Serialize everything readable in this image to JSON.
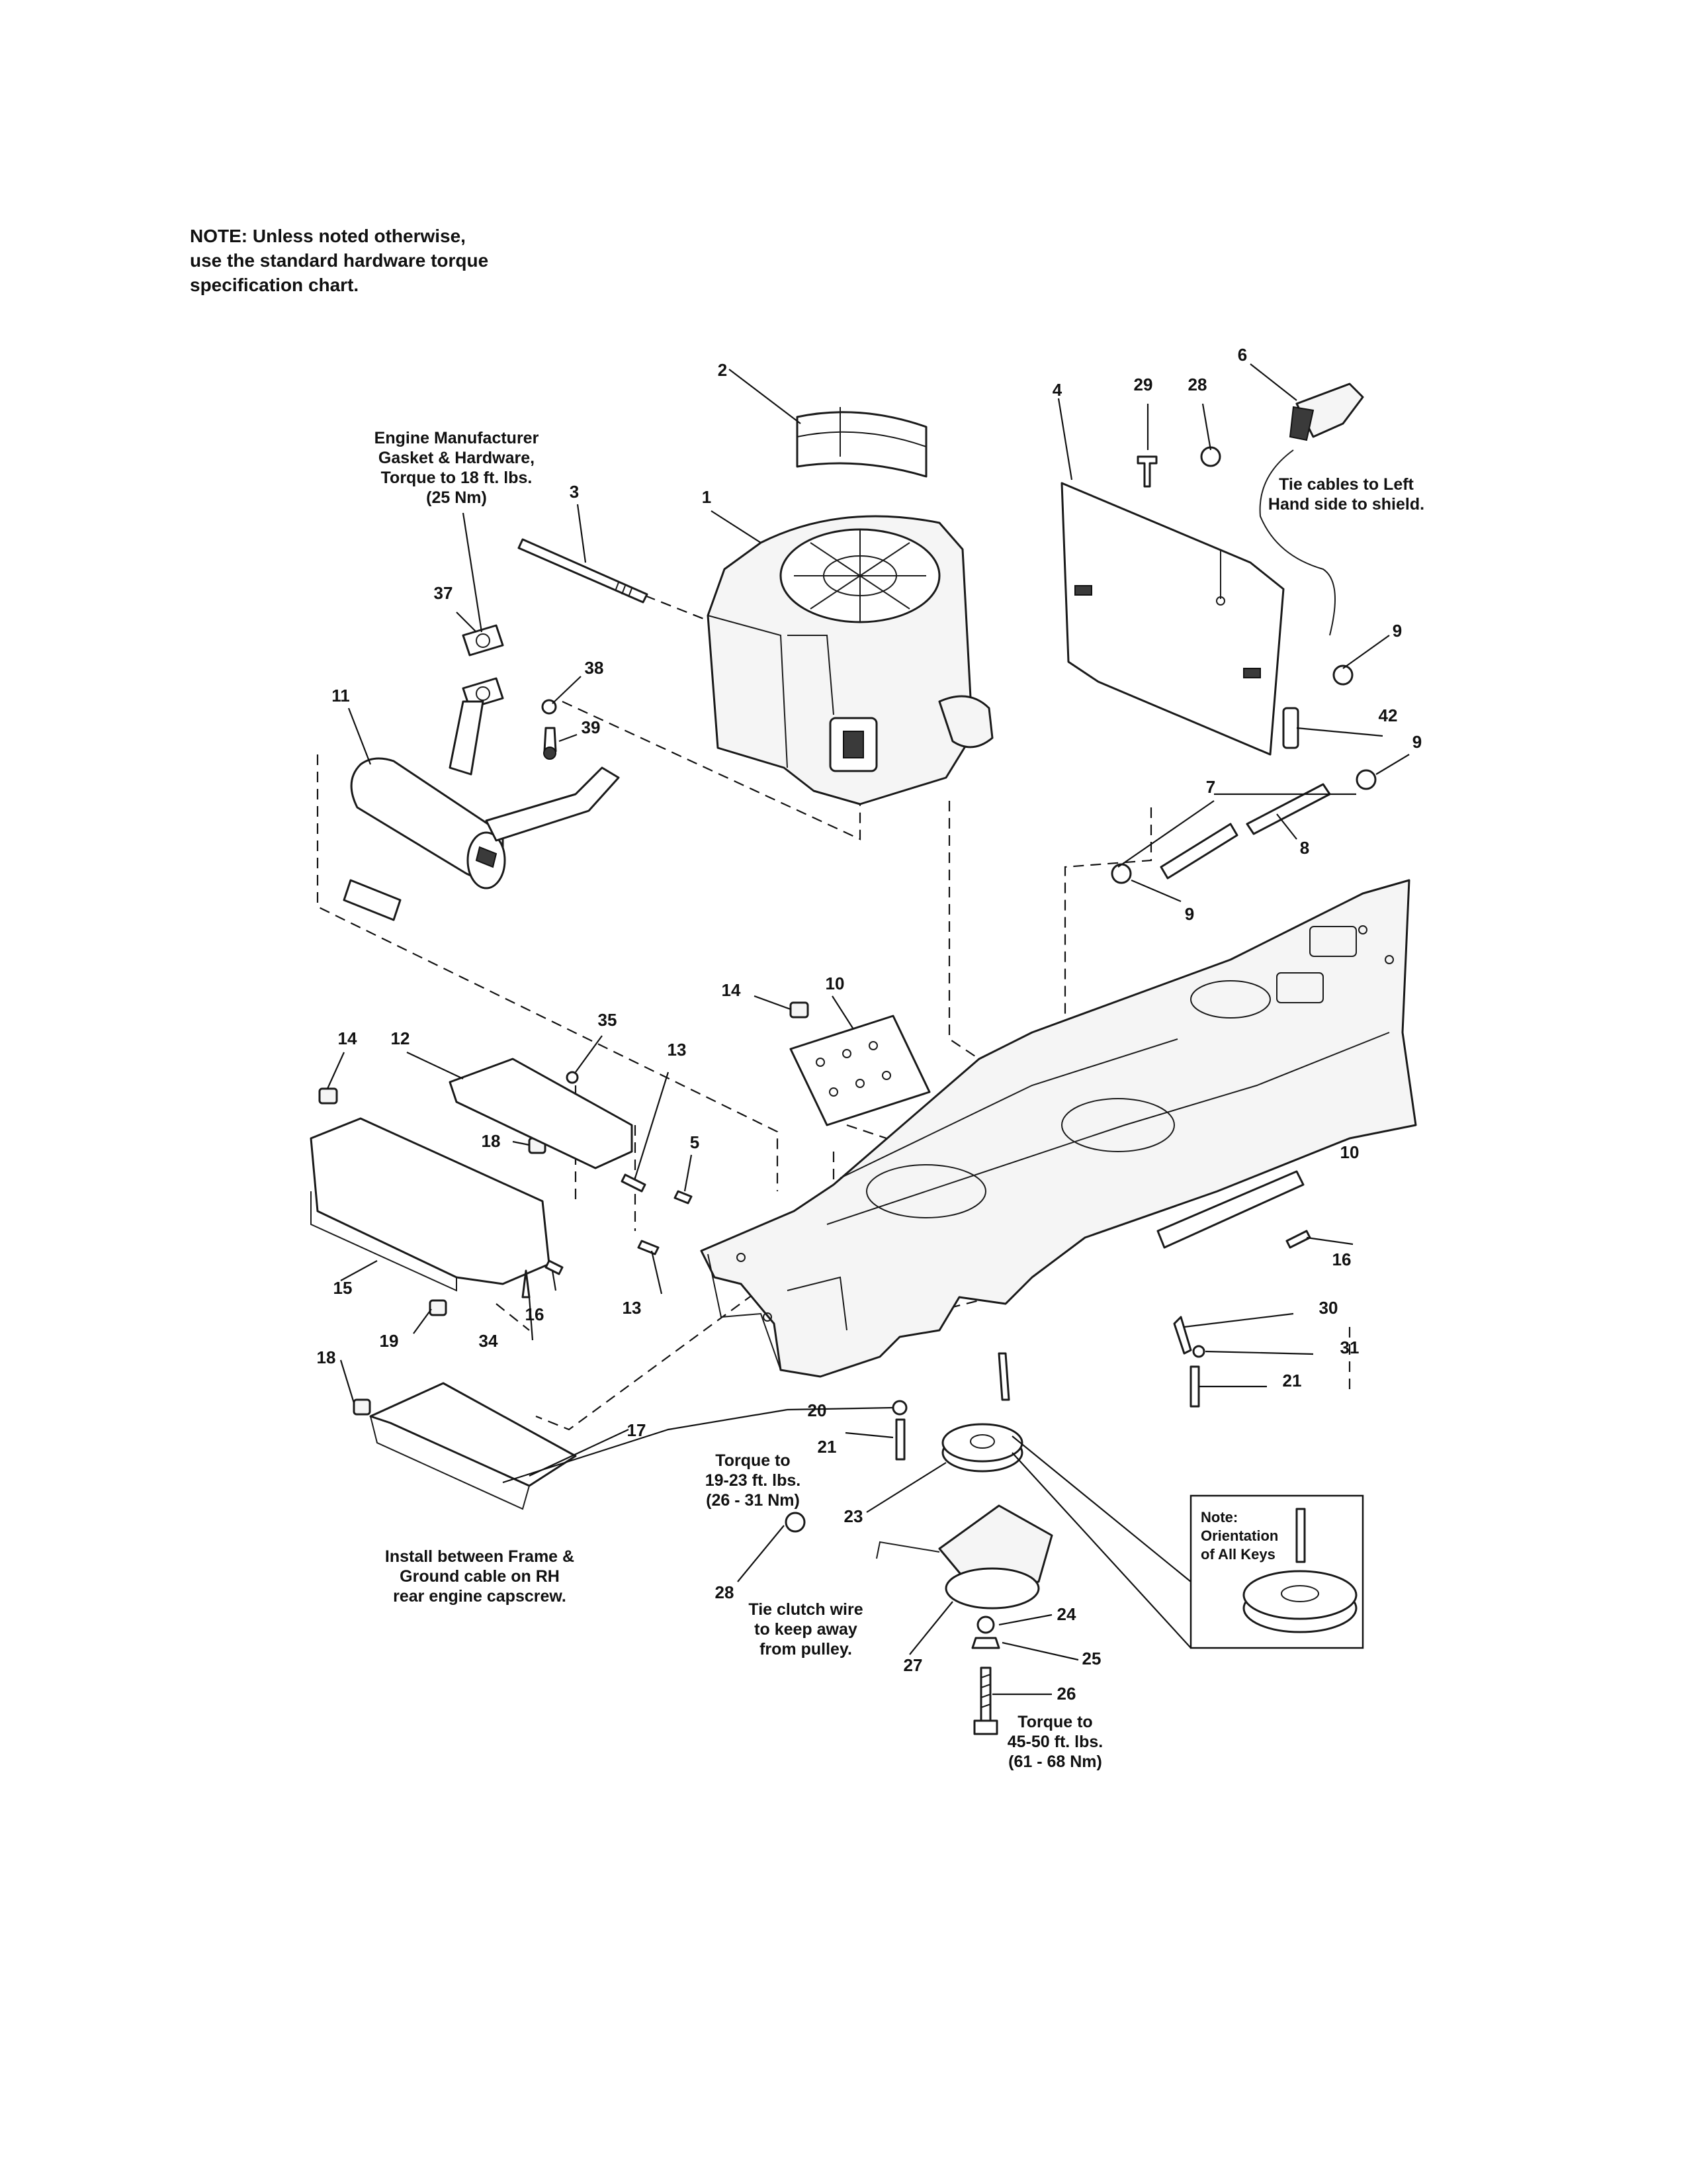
{
  "note": {
    "lines": [
      "NOTE: Unless noted otherwise,",
      "use the standard hardware torque",
      "specification chart."
    ]
  },
  "annotations": {
    "engine_gasket": [
      "Engine Manufacturer",
      "Gasket & Hardware,",
      "Torque to 18 ft. lbs.",
      "(25 Nm)"
    ],
    "tie_cables": [
      "Tie cables to Left",
      "Hand side to shield."
    ],
    "torque_19_23": [
      "Torque to",
      "19-23 ft. lbs.",
      "(26 - 31 Nm)"
    ],
    "install_between": [
      "Install between Frame &",
      "Ground cable on RH",
      "rear engine capscrew."
    ],
    "tie_clutch": [
      "Tie clutch wire",
      "to keep away",
      "from pulley."
    ],
    "torque_45_50": [
      "Torque to",
      "45-50 ft. lbs.",
      "(61 - 68 Nm)"
    ],
    "keys_note": [
      "Note:",
      "Orientation",
      "of All Keys"
    ]
  },
  "callouts": [
    {
      "id": "c1",
      "label": "1"
    },
    {
      "id": "c2",
      "label": "2"
    },
    {
      "id": "c3",
      "label": "3"
    },
    {
      "id": "c4",
      "label": "4"
    },
    {
      "id": "c5",
      "label": "5"
    },
    {
      "id": "c6",
      "label": "6"
    },
    {
      "id": "c7",
      "label": "7"
    },
    {
      "id": "c8",
      "label": "8"
    },
    {
      "id": "c9a",
      "label": "9"
    },
    {
      "id": "c9b",
      "label": "9"
    },
    {
      "id": "c9c",
      "label": "9"
    },
    {
      "id": "c10a",
      "label": "10"
    },
    {
      "id": "c10b",
      "label": "10"
    },
    {
      "id": "c11",
      "label": "11"
    },
    {
      "id": "c12",
      "label": "12"
    },
    {
      "id": "c13a",
      "label": "13"
    },
    {
      "id": "c13b",
      "label": "13"
    },
    {
      "id": "c14a",
      "label": "14"
    },
    {
      "id": "c14b",
      "label": "14"
    },
    {
      "id": "c15",
      "label": "15"
    },
    {
      "id": "c16a",
      "label": "16"
    },
    {
      "id": "c16b",
      "label": "16"
    },
    {
      "id": "c17",
      "label": "17"
    },
    {
      "id": "c18a",
      "label": "18"
    },
    {
      "id": "c18b",
      "label": "18"
    },
    {
      "id": "c19",
      "label": "19"
    },
    {
      "id": "c20",
      "label": "20"
    },
    {
      "id": "c21a",
      "label": "21"
    },
    {
      "id": "c21b",
      "label": "21"
    },
    {
      "id": "c23",
      "label": "23"
    },
    {
      "id": "c24",
      "label": "24"
    },
    {
      "id": "c25",
      "label": "25"
    },
    {
      "id": "c26",
      "label": "26"
    },
    {
      "id": "c27",
      "label": "27"
    },
    {
      "id": "c28a",
      "label": "28"
    },
    {
      "id": "c28b",
      "label": "28"
    },
    {
      "id": "c29",
      "label": "29"
    },
    {
      "id": "c30",
      "label": "30"
    },
    {
      "id": "c31",
      "label": "31"
    },
    {
      "id": "c34",
      "label": "34"
    },
    {
      "id": "c35",
      "label": "35"
    },
    {
      "id": "c37",
      "label": "37"
    },
    {
      "id": "c38",
      "label": "38"
    },
    {
      "id": "c39",
      "label": "39"
    },
    {
      "id": "c42",
      "label": "42"
    }
  ]
}
